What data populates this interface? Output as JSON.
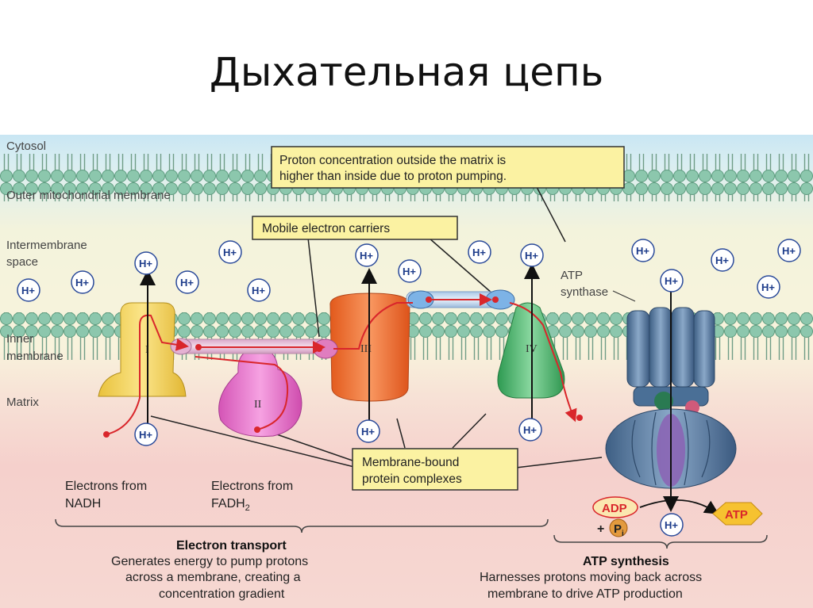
{
  "title": "Дыхательная цепь",
  "labels": {
    "cytosol": "Cytosol",
    "outer_membrane": "Outer mitochondrial membrane",
    "intermembrane_1": "Intermembrane",
    "intermembrane_2": "space",
    "inner_1": "Inner",
    "inner_2": "membrane",
    "matrix": "Matrix",
    "atp_synthase_1": "ATP",
    "atp_synthase_2": "synthase"
  },
  "callouts": {
    "proton_1": "Proton concentration outside the matrix is",
    "proton_2": "higher than inside due to proton pumping.",
    "mobile": "Mobile electron carriers",
    "bound_1": "Membrane-bound",
    "bound_2": "protein complexes"
  },
  "complexes": [
    "I",
    "II",
    "III",
    "IV"
  ],
  "proton": "H+",
  "electron_sources": {
    "nadh_1": "Electrons from",
    "nadh_2": "NADH",
    "fadh_1": "Electrons from",
    "fadh_2": "FADH",
    "fadh_sub": "2"
  },
  "synthesis": {
    "adp": "ADP",
    "plus": "+",
    "pi": "P",
    "pi_sub": "i",
    "atp": "ATP"
  },
  "footer": {
    "left_title": "Electron transport",
    "left_1": "Generates energy to pump protons",
    "left_2": "across a membrane, creating a",
    "left_3": "concentration gradient",
    "right_title": "ATP synthesis",
    "right_1": "Harnesses protons moving back across",
    "right_2": "membrane to drive ATP production"
  },
  "colors": {
    "cytosol": "#c9e6f3",
    "intermembrane": "#f8f3dc",
    "matrix": "#f5d0cc",
    "lipid_head": "#8cc7ad",
    "callout_fill": "#fbf2a2",
    "complex_I": "#f5d86a",
    "complex_II": "#ee7fd3",
    "complex_III": "#f07a3a",
    "complex_IV": "#62c27e",
    "atp_synthase": "#5a7fa6",
    "electron_path": "#d9262b"
  }
}
